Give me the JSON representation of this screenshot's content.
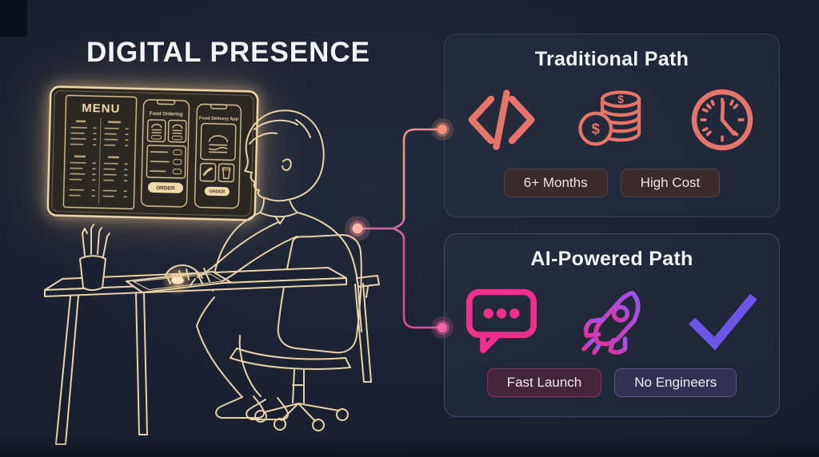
{
  "page": {
    "title": "DIGITAL PRESENCE",
    "background": "#1b2130"
  },
  "board": {
    "menu_title": "MENU",
    "phone1": {
      "title": "Food Ordering",
      "button": "ORDER"
    },
    "phone2": {
      "title": "Food Delivery App",
      "button": "ORDER"
    },
    "glow_color": "#f0d9ac"
  },
  "connector": {
    "from": "person-shoulder",
    "branch_colors": {
      "upper": "#e2938e",
      "lower": "#d2519c",
      "stem": "#cf6ba2"
    }
  },
  "paths": {
    "traditional": {
      "title": "Traditional Path",
      "icons": [
        "code-brackets-icon",
        "money-coins-icon",
        "clock-icon"
      ],
      "accent": "#e5756a",
      "badges": [
        "6+ Months",
        "High Cost"
      ]
    },
    "ai": {
      "title": "AI-Powered Path",
      "icons": [
        "chat-bubble-icon",
        "rocket-icon",
        "checkmark-icon"
      ],
      "accent_pink": "#ee2f8e",
      "accent_purple": "#6d55e8",
      "badges": [
        "Fast Launch",
        "No Engineers"
      ]
    }
  }
}
